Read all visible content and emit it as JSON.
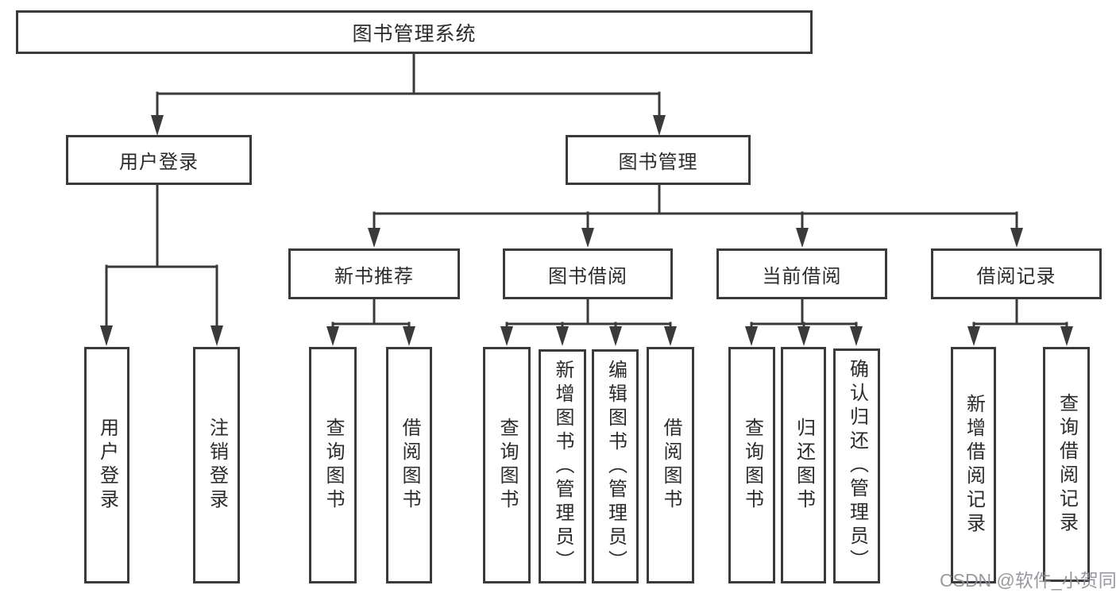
{
  "diagram": {
    "root": {
      "label": "图书管理系统"
    },
    "branches": [
      {
        "label": "用户登录",
        "children": [
          {
            "label": "用户登录"
          },
          {
            "label": "注销登录"
          }
        ]
      },
      {
        "label": "图书管理",
        "children": [
          {
            "label": "新书推荐",
            "children": [
              {
                "label": "查询图书"
              },
              {
                "label": "借阅图书"
              }
            ]
          },
          {
            "label": "图书借阅",
            "children": [
              {
                "label": "查询图书"
              },
              {
                "label": "新增图书（管理员）"
              },
              {
                "label": "编辑图书（管理员）"
              },
              {
                "label": "借阅图书"
              }
            ]
          },
          {
            "label": "当前借阅",
            "children": [
              {
                "label": "查询图书"
              },
              {
                "label": "归还图书"
              },
              {
                "label": "确认归还（管理员）"
              }
            ]
          },
          {
            "label": "借阅记录",
            "children": [
              {
                "label": "新增借阅记录"
              },
              {
                "label": "查询借阅记录"
              }
            ]
          }
        ]
      }
    ]
  },
  "watermark": {
    "text": "CSDN @软件_小贺同学"
  },
  "colors": {
    "line": "#3a3a3a",
    "box_border": "#3a3a3a",
    "box_background": "#ffffff",
    "text": "#2b2b2b",
    "watermark": "#8e8e96",
    "page_background": "#ffffff"
  }
}
